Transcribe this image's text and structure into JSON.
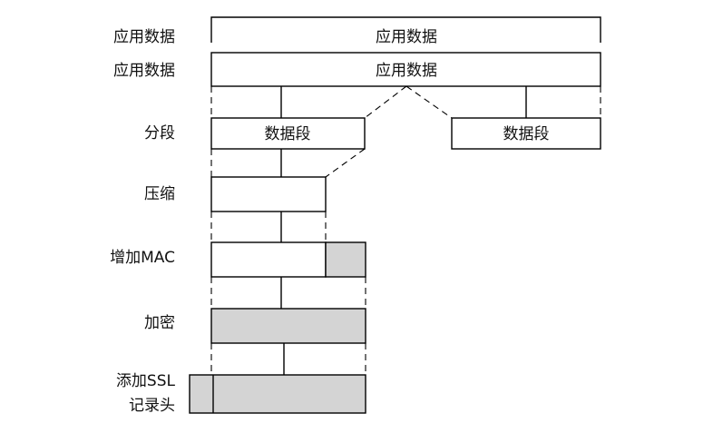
{
  "rows": {
    "app_data_1": "应用数据",
    "app_data_2": "应用数据",
    "fragment": "分段",
    "compress": "压缩",
    "add_mac": "增加MAC",
    "encrypt": "加密",
    "add_header_line1": "添加SSL",
    "add_header_line2": "记录头"
  },
  "boxes": {
    "app_data_top": "应用数据",
    "app_data_second": "应用数据",
    "fragment_left": "数据段",
    "fragment_right": "数据段"
  },
  "colors": {
    "stroke": "#000000",
    "shaded_fill": "#d4d4d4",
    "background": "#ffffff"
  }
}
